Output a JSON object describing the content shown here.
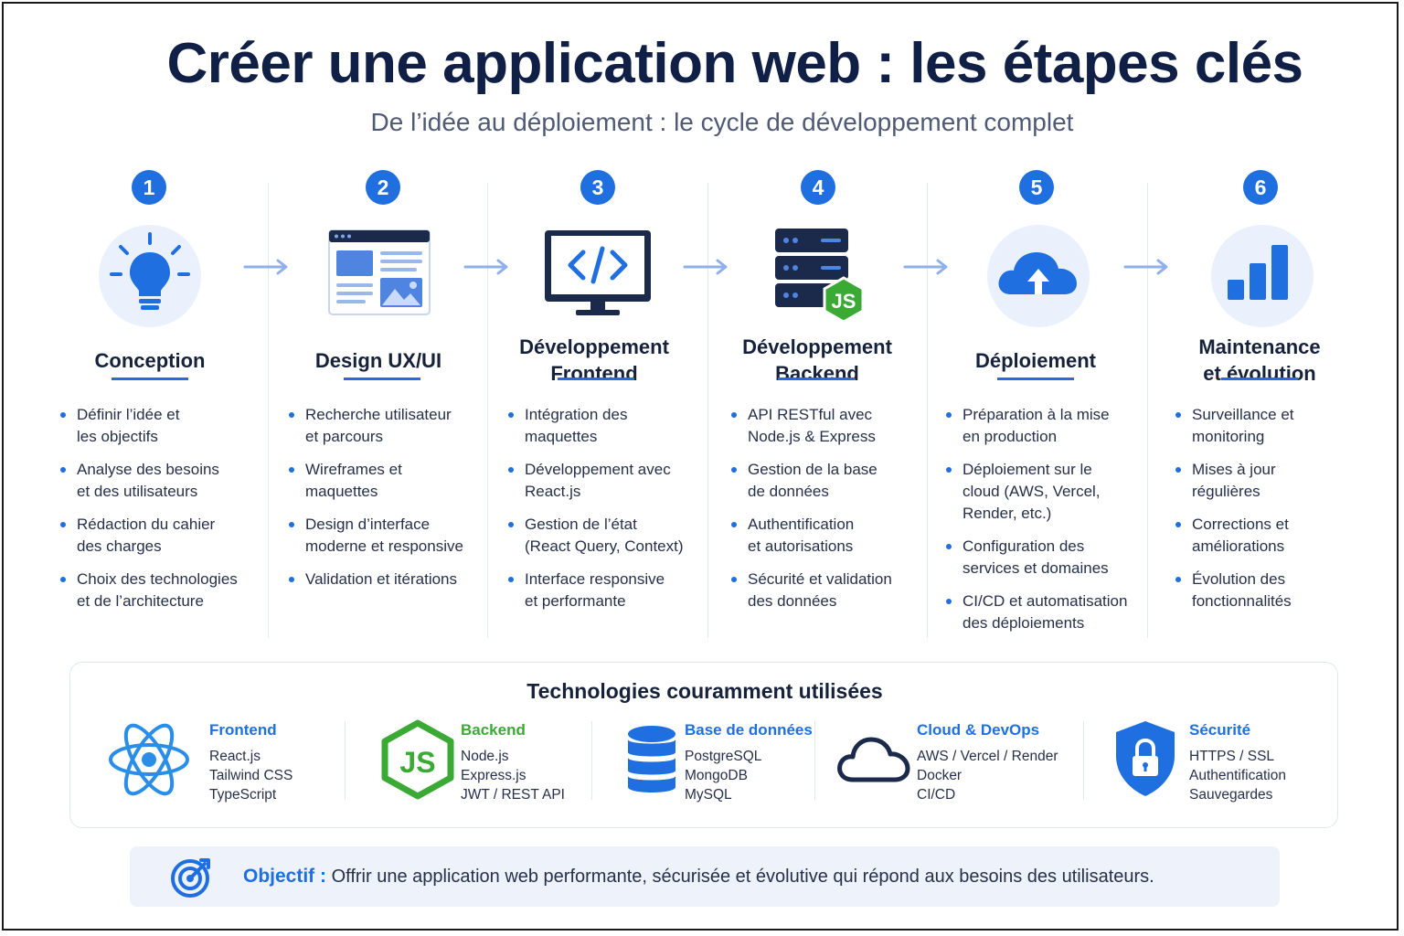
{
  "header": {
    "title": "Créer une application web : les étapes clés",
    "subtitle": "De l’idée au déploiement : le cycle de développement complet"
  },
  "colors": {
    "accent": "#1f6fe0",
    "title": "#0f1f45",
    "backend_green": "#3aaa35",
    "icon_bg": "#eaf1fc"
  },
  "steps": [
    {
      "number": "1",
      "icon": "lightbulb-icon",
      "title": "Conception",
      "bullets": [
        "Définir l’idée et\nles objectifs",
        "Analyse des besoins\net des utilisateurs",
        "Rédaction du cahier\ndes charges",
        "Choix des technologies\net de l’architecture"
      ]
    },
    {
      "number": "2",
      "icon": "wireframe-icon",
      "title": "Design UX/UI",
      "bullets": [
        "Recherche utilisateur\net parcours",
        "Wireframes et\nmaquettes",
        "Design d’interface\nmoderne et responsive",
        "Validation et itérations"
      ]
    },
    {
      "number": "3",
      "icon": "code-monitor-icon",
      "title": "Développement\nFrontend",
      "bullets": [
        "Intégration des\nmaquettes",
        "Développement avec\nReact.js",
        "Gestion de l’état\n(React Query, Context)",
        "Interface responsive\net performante"
      ]
    },
    {
      "number": "4",
      "icon": "server-nodejs-icon",
      "title": "Développement\nBackend",
      "bullets": [
        "API RESTful avec\nNode.js & Express",
        "Gestion de la base\nde données",
        "Authentification\net autorisations",
        "Sécurité et validation\ndes données"
      ]
    },
    {
      "number": "5",
      "icon": "cloud-upload-icon",
      "title": "Déploiement",
      "bullets": [
        "Préparation à la mise\nen production",
        "Déploiement sur le\ncloud (AWS, Vercel,\nRender, etc.)",
        "Configuration des\nservices et domaines",
        "CI/CD et automatisation\ndes déploiements"
      ]
    },
    {
      "number": "6",
      "icon": "bar-chart-icon",
      "title": "Maintenance\net évolution",
      "bullets": [
        "Surveillance et\nmonitoring",
        "Mises à jour\nrégulières",
        "Corrections et\naméliorations",
        "Évolution des\nfonctionnalités"
      ]
    }
  ],
  "technologies": {
    "title": "Technologies couramment utilisées",
    "columns": [
      {
        "label": "Frontend",
        "icon": "react-icon",
        "color": "#1f6fe0",
        "items": [
          "React.js",
          "Tailwind CSS",
          "TypeScript"
        ]
      },
      {
        "label": "Backend",
        "icon": "nodejs-icon",
        "color": "#3aaa35",
        "items": [
          "Node.js",
          "Express.js",
          "JWT / REST API"
        ]
      },
      {
        "label": "Base de données",
        "icon": "database-icon",
        "color": "#1f6fe0",
        "items": [
          "PostgreSQL",
          "MongoDB",
          "MySQL"
        ]
      },
      {
        "label": "Cloud & DevOps",
        "icon": "cloud-icon",
        "color": "#1f6fe0",
        "items": [
          "AWS / Vercel / Render",
          "Docker",
          "CI/CD"
        ]
      },
      {
        "label": "Sécurité",
        "icon": "shield-lock-icon",
        "color": "#1f6fe0",
        "items": [
          "HTTPS / SSL",
          "Authentification",
          "Sauvegardes"
        ]
      }
    ]
  },
  "objective": {
    "icon": "target-icon",
    "label": "Objectif :",
    "text": "Offrir une application web performante, sécurisée et évolutive qui répond aux besoins des utilisateurs."
  }
}
